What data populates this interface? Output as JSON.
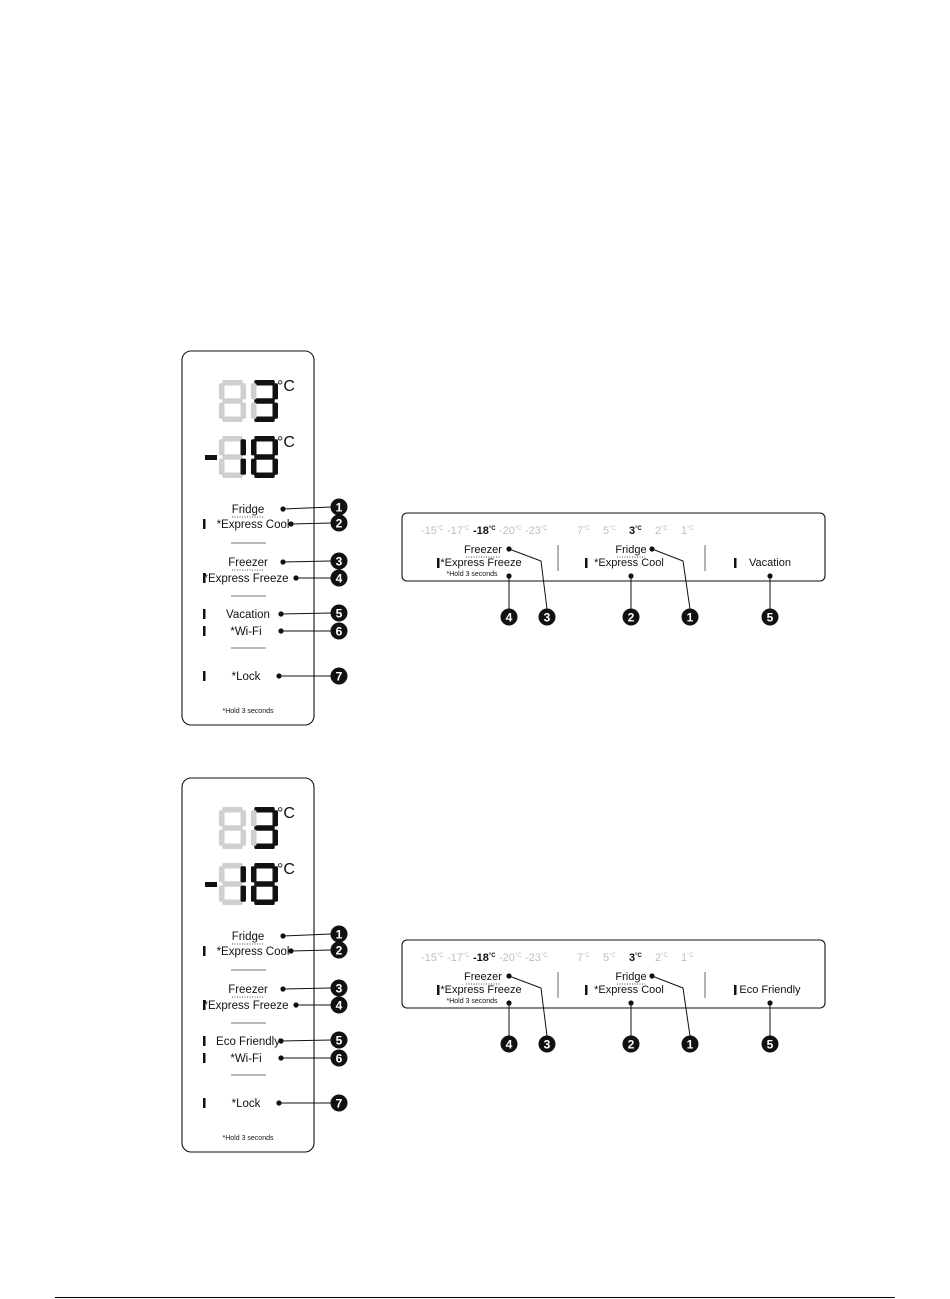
{
  "panels": [
    {
      "vertical": {
        "degree_unit": "°C",
        "buttons": [
          {
            "label": "Fridge",
            "num": "1",
            "indicator": false
          },
          {
            "label": "*Express Cool",
            "num": "2",
            "indicator": true
          },
          {
            "label": "Freezer",
            "num": "3",
            "indicator": false
          },
          {
            "label": "*Express Freeze",
            "num": "4",
            "indicator": true
          },
          {
            "label": "Vacation",
            "num": "5",
            "indicator": true
          },
          {
            "label": "*Wi-Fi",
            "num": "6",
            "indicator": true
          },
          {
            "label": "*Lock",
            "num": "7",
            "indicator": true
          }
        ],
        "hold_note": "*Hold 3 seconds"
      },
      "horizontal": {
        "freezer_temps": [
          "-15",
          "-17",
          "-18",
          "-20",
          "-23"
        ],
        "freezer_active": 2,
        "fridge_temps": [
          "7",
          "5",
          "3",
          "2",
          "1"
        ],
        "fridge_active": 2,
        "temp_unit": "°C",
        "freezer_label": "Freezer",
        "express_freeze_label": "*Express Freeze",
        "hold_note": "*Hold 3 seconds",
        "fridge_label": "Fridge",
        "express_cool_label": "*Express Cool",
        "mode_label": "Vacation",
        "callouts": [
          "4",
          "3",
          "2",
          "1",
          "5"
        ]
      }
    },
    {
      "vertical": {
        "degree_unit": "°C",
        "buttons": [
          {
            "label": "Fridge",
            "num": "1",
            "indicator": false
          },
          {
            "label": "*Express Cool",
            "num": "2",
            "indicator": true
          },
          {
            "label": "Freezer",
            "num": "3",
            "indicator": false
          },
          {
            "label": "*Express Freeze",
            "num": "4",
            "indicator": true
          },
          {
            "label": "Eco Friendly",
            "num": "5",
            "indicator": true
          },
          {
            "label": "*Wi-Fi",
            "num": "6",
            "indicator": true
          },
          {
            "label": "*Lock",
            "num": "7",
            "indicator": true
          }
        ],
        "hold_note": "*Hold 3 seconds"
      },
      "horizontal": {
        "freezer_temps": [
          "-15",
          "-17",
          "-18",
          "-20",
          "-23"
        ],
        "freezer_active": 2,
        "fridge_temps": [
          "7",
          "5",
          "3",
          "2",
          "1"
        ],
        "fridge_active": 2,
        "temp_unit": "°C",
        "freezer_label": "Freezer",
        "express_freeze_label": "*Express Freeze",
        "hold_note": "*Hold 3 seconds",
        "fridge_label": "Fridge",
        "express_cool_label": "*Express Cool",
        "mode_label": "Eco Friendly",
        "callouts": [
          "4",
          "3",
          "2",
          "1",
          "5"
        ]
      }
    }
  ]
}
